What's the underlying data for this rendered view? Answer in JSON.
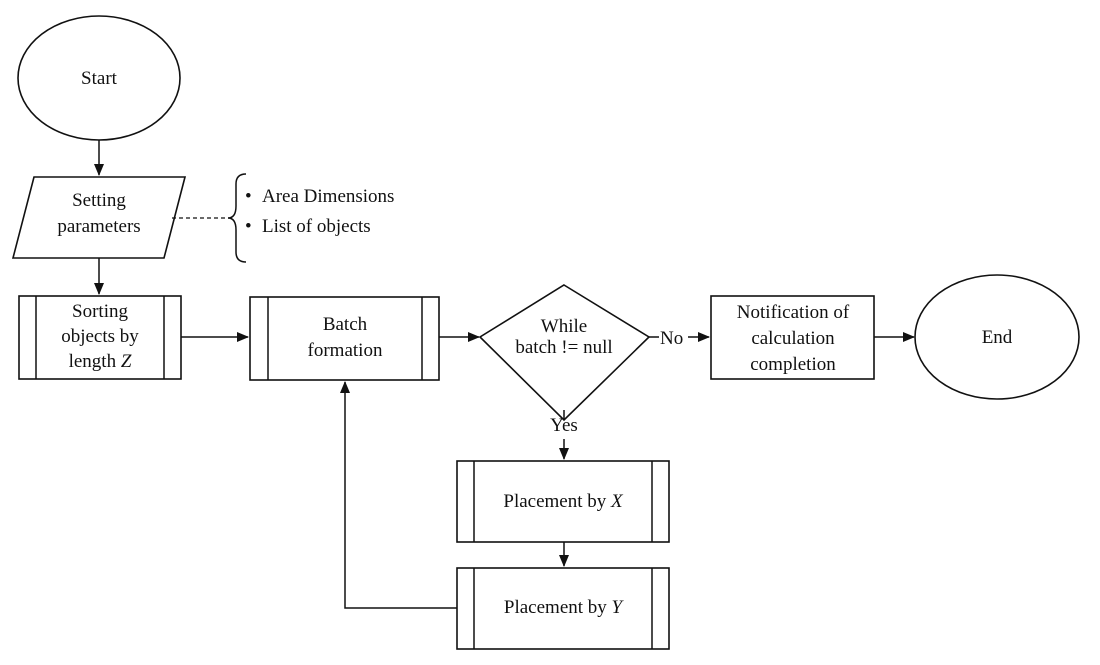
{
  "nodes": {
    "start": {
      "label": "Start"
    },
    "setting": {
      "line1": "Setting",
      "line2": "parameters"
    },
    "params_notes": {
      "item1": "Area Dimensions",
      "item2": "List of objects"
    },
    "sorting": {
      "line1": "Sorting",
      "line2": "objects by",
      "line3_prefix": "length ",
      "line3_var": "Z"
    },
    "batch": {
      "line1": "Batch",
      "line2": "formation"
    },
    "decision": {
      "line1": "While",
      "line2": "batch != null"
    },
    "notification": {
      "line1": "Notification of",
      "line2": "calculation",
      "line3": "completion"
    },
    "end": {
      "label": "End"
    },
    "placement_x": {
      "prefix": "Placement by ",
      "var": "X"
    },
    "placement_y": {
      "prefix": "Placement by ",
      "var": "Y"
    }
  },
  "edges": {
    "no_label": "No",
    "yes_label": "Yes"
  },
  "bullet": "•"
}
